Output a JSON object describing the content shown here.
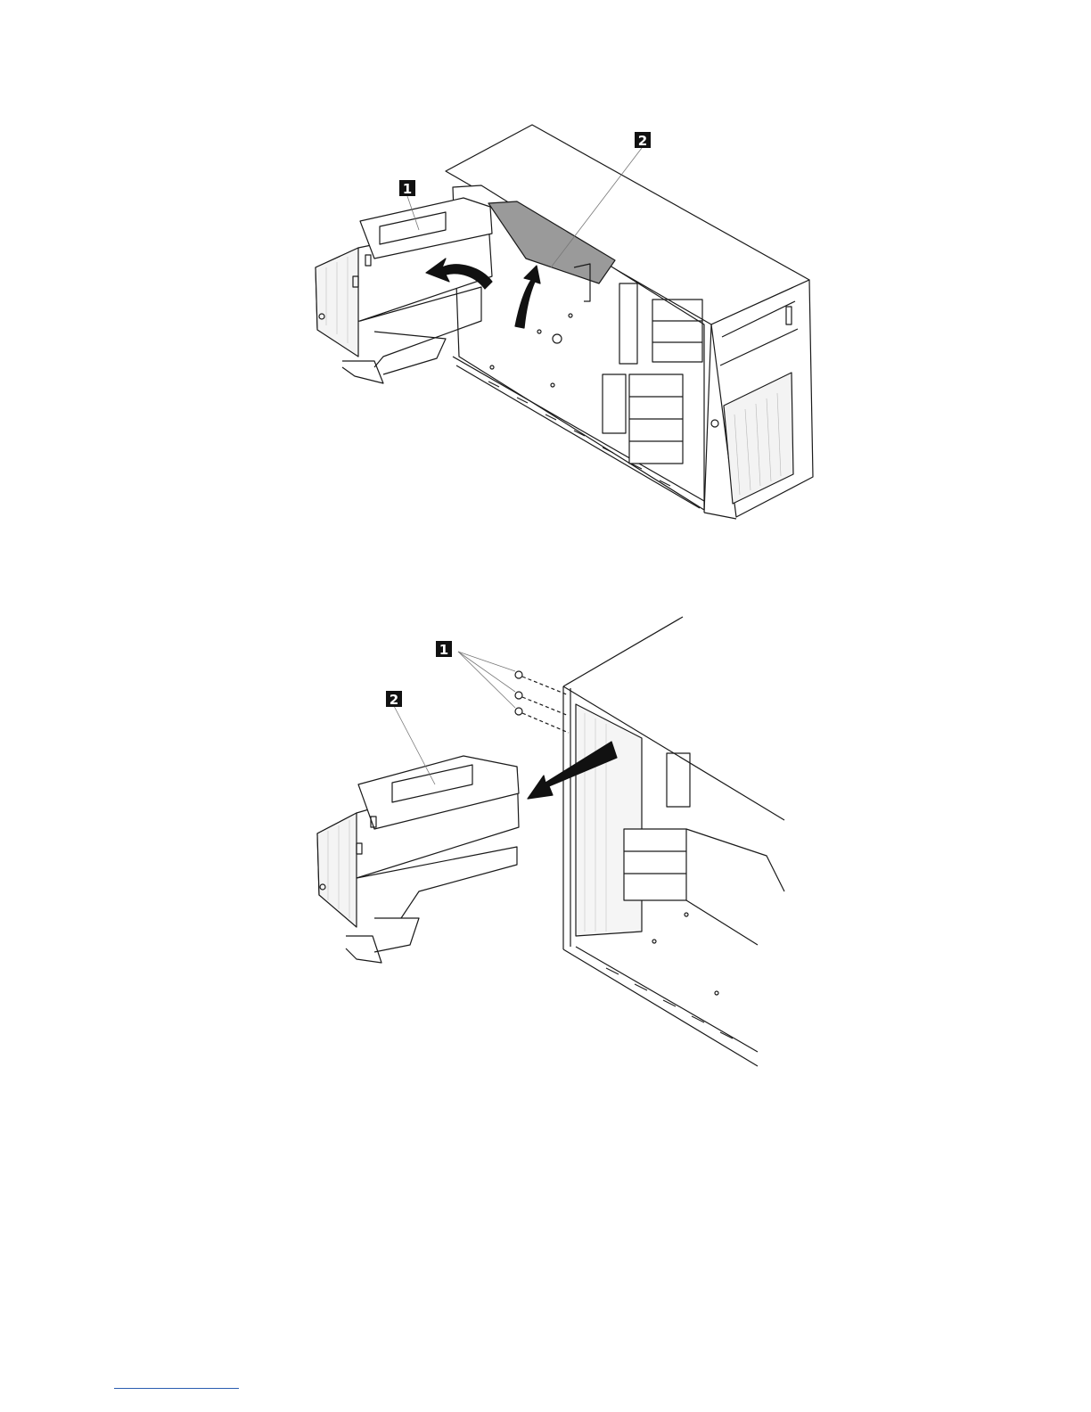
{
  "figures": [
    {
      "callouts": [
        {
          "label": "1"
        },
        {
          "label": "2"
        }
      ]
    },
    {
      "callouts": [
        {
          "label": "1"
        },
        {
          "label": "2"
        }
      ]
    }
  ],
  "colors": {
    "line": "#1a1a1a",
    "callout_box": "#111111",
    "arrow": "#111111",
    "shade": "#8c8c8c",
    "footer_rule": "#2a5db0"
  },
  "icons": [
    "curved-arrow-icon",
    "straight-arrow-icon"
  ]
}
